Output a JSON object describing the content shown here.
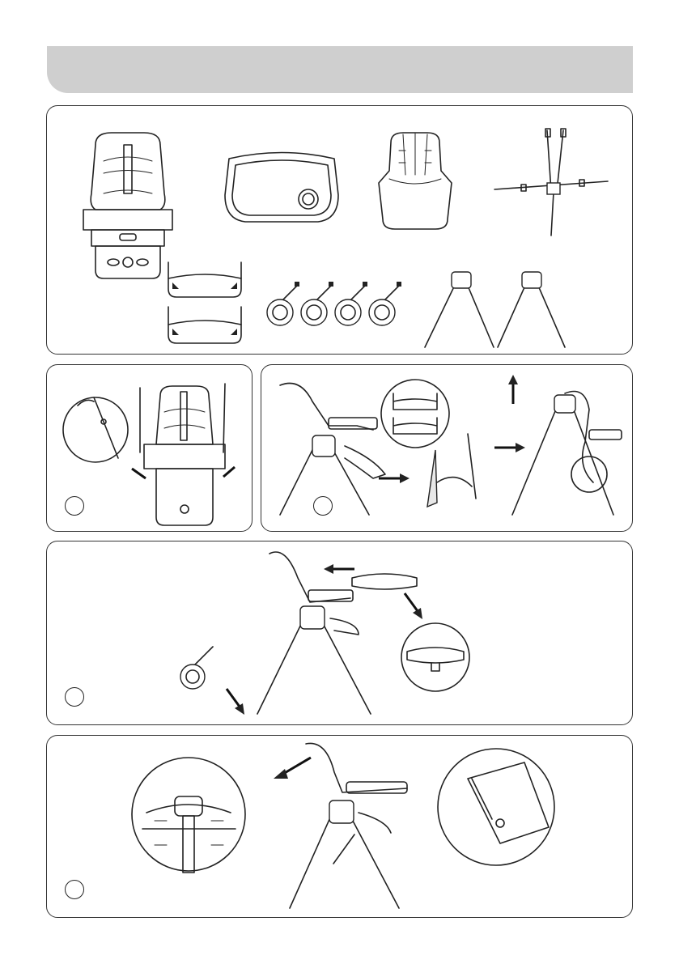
{
  "page": {
    "header_text": "",
    "steps": [
      {
        "id": "step-1",
        "label": ""
      },
      {
        "id": "step-2",
        "label": ""
      },
      {
        "id": "step-3",
        "label": ""
      },
      {
        "id": "step-4",
        "label": ""
      }
    ]
  },
  "parts": [
    {
      "icon": "seat-pad-icon"
    },
    {
      "icon": "tray-icon"
    },
    {
      "icon": "seat-cover-icon"
    },
    {
      "icon": "harness-icon"
    },
    {
      "icon": "footrest-icon"
    },
    {
      "icon": "caster-wheels-icon"
    },
    {
      "icon": "legs-icon"
    }
  ],
  "colors": {
    "header_bar": "#cfcfcf",
    "line": "#222222",
    "panel_border": "#333333"
  }
}
